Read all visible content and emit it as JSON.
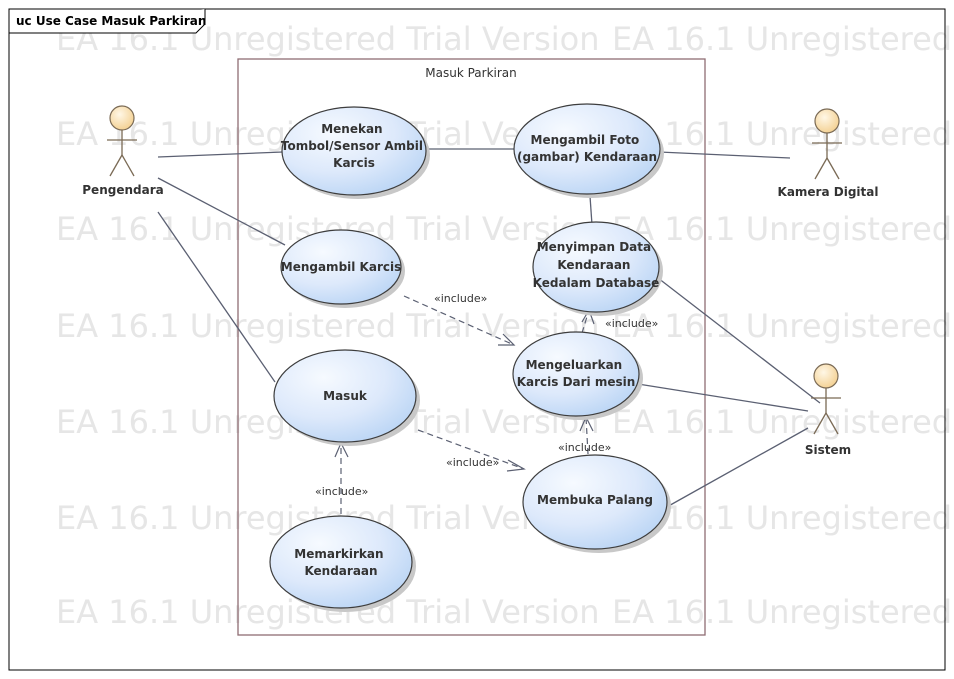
{
  "frame": {
    "title": "uc Use Case Masuk Parkiran"
  },
  "watermark": "EA 16.1 Unregistered Trial Version",
  "system_boundary": {
    "title": "Masuk Parkiran"
  },
  "actors": {
    "pengendara": "Pengendara",
    "kamera": "Kamera Digital",
    "sistem": "Sistem"
  },
  "use_cases": {
    "menekan": [
      "Menekan",
      "Tombol/Sensor Ambil",
      "Karcis"
    ],
    "mengambil_foto": [
      "Mengambil Foto",
      "(gambar) Kendaraan"
    ],
    "mengambil_karcis": [
      "Mengambil Karcis"
    ],
    "menyimpan": [
      "Menyimpan Data",
      "Kendaraan",
      "Kedalam Database"
    ],
    "mengeluarkan": [
      "Mengeluarkan",
      "Karcis Dari mesin"
    ],
    "masuk": [
      "Masuk"
    ],
    "membuka": [
      "Membuka Palang"
    ],
    "memarkirkan": [
      "Memarkirkan",
      "Kendaraan"
    ]
  },
  "relations": {
    "include_label": "«include»"
  },
  "colors": {
    "usecase_fill_light": "#f4f8ff",
    "usecase_fill_dark": "#bcd7f5",
    "actor_head": "#f7dba6",
    "line": "#5b6072",
    "boundary": "#8f6d73"
  }
}
